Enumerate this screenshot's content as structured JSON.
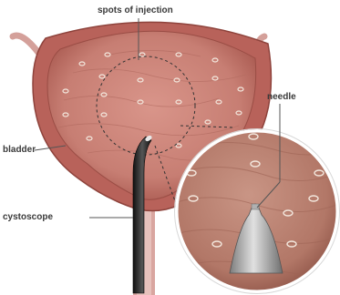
{
  "labels": {
    "spots": "spots of injection",
    "needle": "needle",
    "bladder": "bladder",
    "cystoscope": "cystoscope"
  },
  "colors": {
    "bladder_wall": "#b8625a",
    "bladder_inner": "#c98478",
    "tissue": "#b77a6c",
    "tube": "#d9a6a0",
    "scope": "#2b2b2b",
    "needle_metal": "#a9a9a9",
    "spot": "#f2e6dc",
    "leader": "#555555"
  }
}
